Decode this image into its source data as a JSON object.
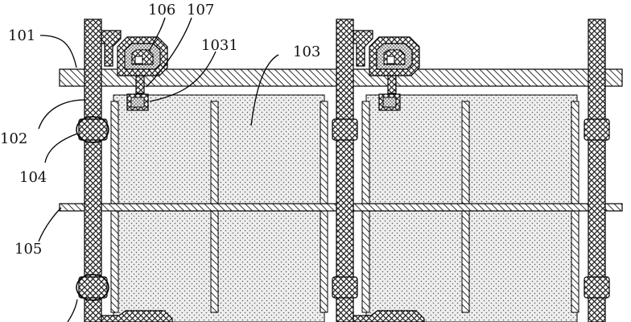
{
  "labels": {
    "ref_101": "101",
    "ref_102": "102",
    "ref_103": "103",
    "ref_104": "104",
    "ref_105": "105",
    "ref_106": "106",
    "ref_107": "107",
    "ref_1031": "1031"
  },
  "colors": {
    "line": "#000000",
    "background": "#ffffff",
    "pixel_fill": "#eeeeee",
    "crosshatch": "#222222",
    "diagonal_hatch": "#333333",
    "dots": "#555555"
  },
  "patterns": {
    "data_lines": "crosshatch",
    "gate_line": "diagonal-hatch",
    "common_line": "diagonal-hatch",
    "pixel_electrodes": "dotted"
  }
}
